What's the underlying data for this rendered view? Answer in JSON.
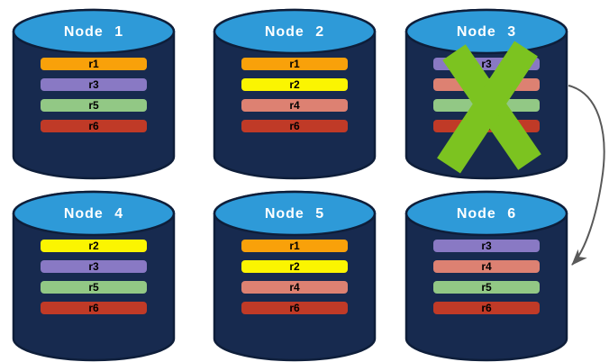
{
  "diagram": {
    "colors": {
      "cylinder_body": "#172A4F",
      "cylinder_outline": "#0E1E3A",
      "cylinder_top": "#2E9AD8",
      "title_text": "#FFFFFF",
      "bar_text": "#000000",
      "failure_x": "#7CC320",
      "arrow": "#595959",
      "replicas": {
        "r1": "#F9A10A",
        "r2": "#FBF501",
        "r3": "#8979C4",
        "r4": "#DD8172",
        "r5": "#92C885",
        "r6": "#C03A27"
      }
    },
    "nodes": [
      {
        "id": "node-1",
        "label": "Node 1",
        "replicas": [
          "r1",
          "r3",
          "r5",
          "r6"
        ],
        "failed": false
      },
      {
        "id": "node-2",
        "label": "Node 2",
        "replicas": [
          "r1",
          "r2",
          "r4",
          "r6"
        ],
        "failed": false
      },
      {
        "id": "node-3",
        "label": "Node 3",
        "replicas": [
          "r3",
          "r4",
          "r5",
          "r6"
        ],
        "failed": true
      },
      {
        "id": "node-4",
        "label": "Node 4",
        "replicas": [
          "r2",
          "r3",
          "r5",
          "r6"
        ],
        "failed": false
      },
      {
        "id": "node-5",
        "label": "Node 5",
        "replicas": [
          "r1",
          "r2",
          "r4",
          "r6"
        ],
        "failed": false
      },
      {
        "id": "node-6",
        "label": "Node 6",
        "replicas": [
          "r3",
          "r4",
          "r5",
          "r6"
        ],
        "failed": false
      }
    ],
    "arrow": {
      "from": "node-3",
      "to": "node-6"
    }
  }
}
